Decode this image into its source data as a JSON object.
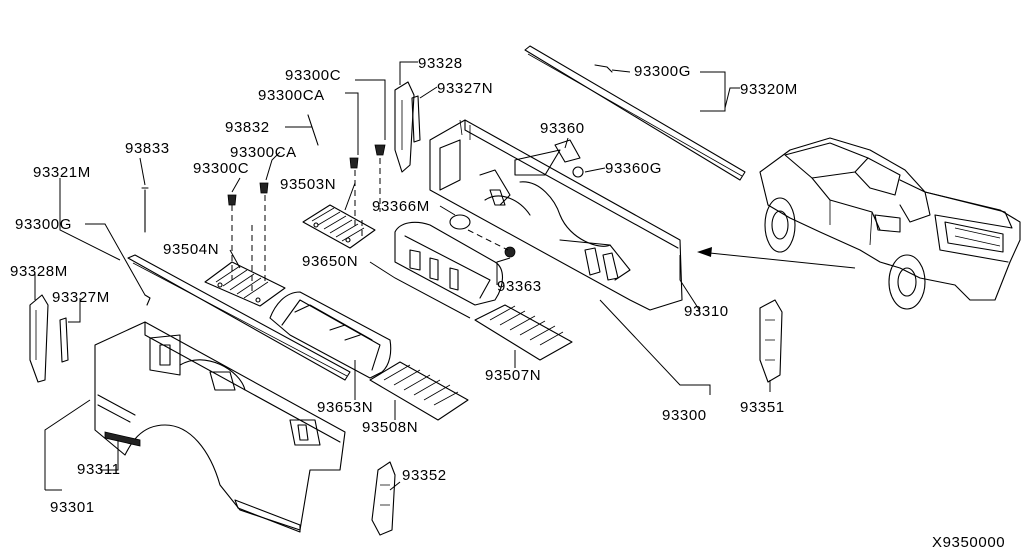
{
  "diagram_id": "X9350000",
  "labels": {
    "p93833": "93833",
    "p93321M": "93321M",
    "p93300G_left": "93300G",
    "p93328M": "93328M",
    "p93327M": "93327M",
    "p93832": "93832",
    "p93300C_top": "93300C",
    "p93300CA_top": "93300CA",
    "p93300CA_mid": "93300CA",
    "p93300C_mid": "93300C",
    "p93503N": "93503N",
    "p93504N": "93504N",
    "p93328": "93328",
    "p93327N": "93327N",
    "p93366M": "93366M",
    "p93650N": "93650N",
    "p93363": "93363",
    "p93360": "93360",
    "p93360G": "93360G",
    "p93300G_right": "93300G",
    "p93320M": "93320M",
    "p93310": "93310",
    "p93300": "93300",
    "p93351": "93351",
    "p93507N": "93507N",
    "p93653N": "93653N",
    "p93508N": "93508N",
    "p93311": "93311",
    "p93301": "93301",
    "p93352": "93352"
  }
}
